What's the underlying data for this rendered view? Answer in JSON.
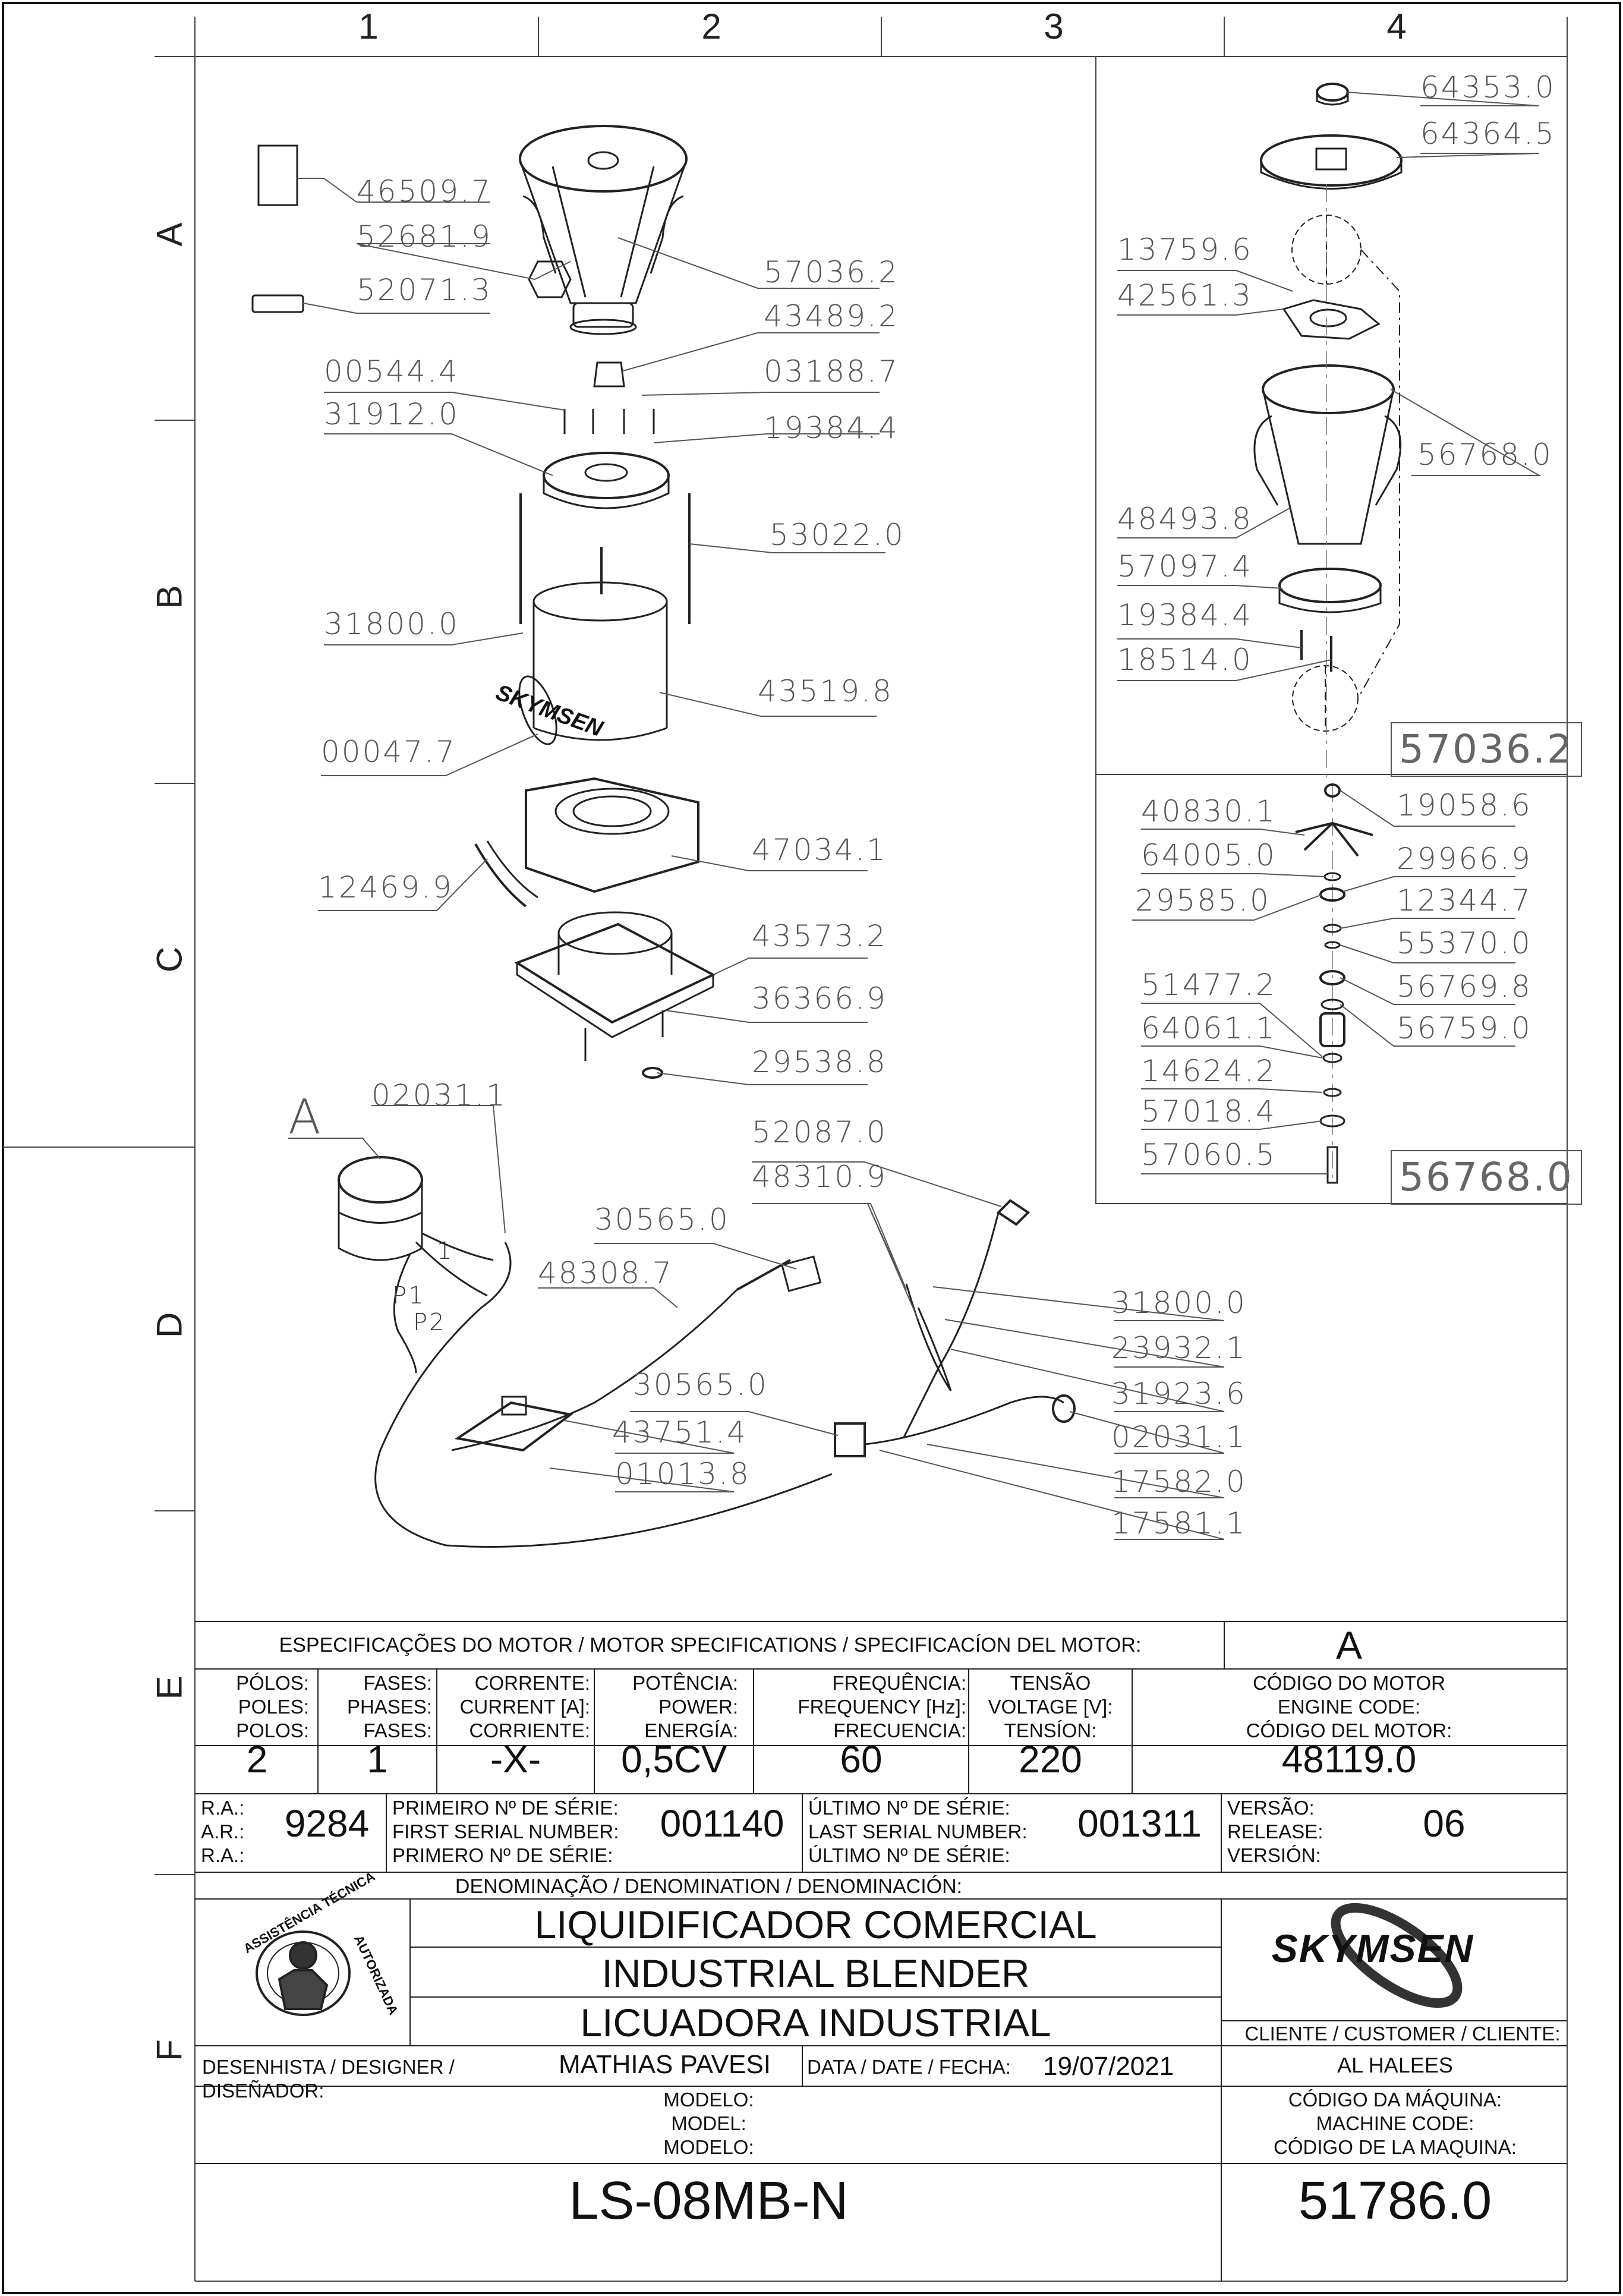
{
  "columns": [
    "1",
    "2",
    "3",
    "4"
  ],
  "rows": [
    "A",
    "B",
    "C",
    "D",
    "E",
    "F"
  ],
  "detail_label": "A",
  "callouts": {
    "c_46509": "46509.7",
    "c_52681": "52681.9",
    "c_52071": "52071.3",
    "c_57036": "57036.2",
    "c_43489": "43489.2",
    "c_00544": "00544.4",
    "c_03188": "03188.7",
    "c_31912": "31912.0",
    "c_19384a": "19384.4",
    "c_53022": "53022.0",
    "c_31800a": "31800.0",
    "c_43519": "43519.8",
    "c_00047": "00047.7",
    "c_47034": "47034.1",
    "c_12469": "12469.9",
    "c_43573": "43573.2",
    "c_36366": "36366.9",
    "c_29538": "29538.8",
    "c_02031a": "02031.1",
    "c_52087": "52087.0",
    "c_48310": "48310.9",
    "c_30565a": "30565.0",
    "c_48308": "48308.7",
    "c_31800b": "31800.0",
    "c_23932": "23932.1",
    "c_30565b": "30565.0",
    "c_31923": "31923.6",
    "c_43751": "43751.4",
    "c_02031b": "02031.1",
    "c_01013": "01013.8",
    "c_17582": "17582.0",
    "c_17581": "17581.1",
    "c_64353": "64353.0",
    "c_64364": "64364.5",
    "c_13759": "13759.6",
    "c_42561": "42561.3",
    "c_56768a": "56768.0",
    "c_48493": "48493.8",
    "c_57097": "57097.4",
    "c_19384b": "19384.4",
    "c_18514": "18514.0",
    "box_57036": "57036.2",
    "c_40830": "40830.1",
    "c_19058": "19058.6",
    "c_64005": "64005.0",
    "c_29966": "29966.9",
    "c_29585": "29585.0",
    "c_12344": "12344.7",
    "c_55370": "55370.0",
    "c_51477": "51477.2",
    "c_56769": "56769.8",
    "c_64061": "64061.1",
    "c_56759": "56759.0",
    "c_14624": "14624.2",
    "c_57018": "57018.4",
    "c_57060": "57060.5",
    "box_56768": "56768.0"
  },
  "motor_spec": {
    "title": "ESPECIFICAÇÕES DO MOTOR / MOTOR SPECIFICATIONS / SPECIFICACÍON DEL MOTOR:",
    "code_letter": "A",
    "headers": [
      [
        "PÓLOS:",
        "POLES:",
        "POLOS:"
      ],
      [
        "FASES:",
        "PHASES:",
        "FASES:"
      ],
      [
        "CORRENTE:",
        "CURRENT [A]:",
        "CORRIENTE:"
      ],
      [
        "POTÊNCIA:",
        "POWER:",
        "ENERGÍA:"
      ],
      [
        "FREQUÊNCIA:",
        "FREQUENCY [Hz]:",
        "FRECUENCIA:"
      ],
      [
        "TENSÃO",
        "VOLTAGE [V]:",
        "TENSÍON:"
      ],
      [
        "CÓDIGO DO MOTOR",
        "ENGINE CODE:",
        "CÓDIGO DEL MOTOR:"
      ]
    ],
    "values": [
      "2",
      "1",
      "-X-",
      "0,5CV",
      "60",
      "220",
      "48119.0"
    ]
  },
  "serial": {
    "ra_labels": [
      "R.A.:",
      "A.R.:",
      "R.A.:"
    ],
    "ra_value": "9284",
    "first_labels": [
      "PRIMEIRO Nº DE SÉRIE:",
      "FIRST SERIAL NUMBER:",
      "PRIMERO Nº DE SÉRIE:"
    ],
    "first_value": "001140",
    "last_labels": [
      "ÚLTIMO Nº DE SÉRIE:",
      "LAST SERIAL NUMBER:",
      "ÚLTIMO Nº DE SÉRIE:"
    ],
    "last_value": "001311",
    "version_labels": [
      "VERSÃO:",
      "RELEASE:",
      "VERSIÓN:"
    ],
    "version_value": "06"
  },
  "denomination": {
    "label": "DENOMINAÇÃO / DENOMINATION / DENOMINACIÓN:",
    "pt": "LIQUIDIFICADOR COMERCIAL",
    "en": "INDUSTRIAL BLENDER",
    "es": "LICUADORA INDUSTRIAL"
  },
  "stamp": {
    "top": "ASSISTÊNCIA TÉCNICA",
    "right": "AUTORIZADA"
  },
  "brand": "SKYMSEN",
  "client": {
    "label": "CLIENTE / CUSTOMER / CLIENTE:",
    "value": "AL HALEES"
  },
  "designer": {
    "label": "DESENHISTA / DESIGNER / DISEÑADOR:",
    "value": "MATHIAS PAVESI",
    "date_label": "DATA / DATE / FECHA:",
    "date_value": "19/07/2021"
  },
  "model": {
    "labels": [
      "MODELO:",
      "MODEL:",
      "MODELO:"
    ],
    "value": "LS-08MB-N"
  },
  "machine_code": {
    "labels": [
      "CÓDIGO DA MÁQUINA:",
      "MACHINE CODE:",
      "CÓDIGO DE LA MAQUINA:"
    ],
    "value": "51786.0"
  },
  "wire_labels": {
    "w1": "1",
    "p1": "P1",
    "p2": "P2"
  }
}
